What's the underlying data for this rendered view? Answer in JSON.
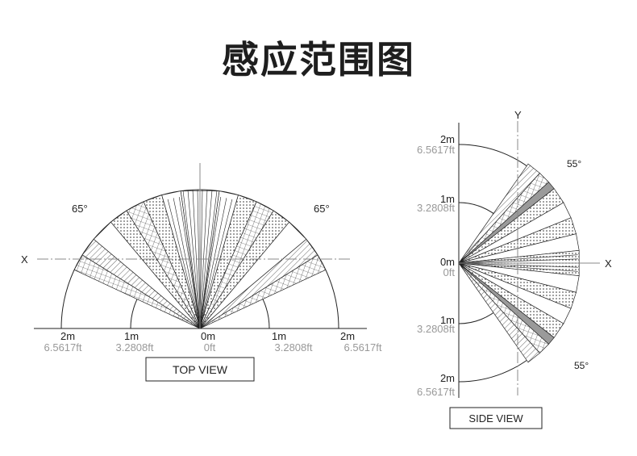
{
  "title": "感应范围图",
  "top_view": {
    "label": "TOP VIEW",
    "axis_x": "X",
    "angle_left": "65°",
    "angle_right": "65°",
    "ticks": [
      {
        "m": "2m",
        "ft": "6.5617ft"
      },
      {
        "m": "1m",
        "ft": "3.2808ft"
      },
      {
        "m": "0m",
        "ft": "0ft"
      },
      {
        "m": "1m",
        "ft": "3.2808ft"
      },
      {
        "m": "2m",
        "ft": "6.5617ft"
      }
    ]
  },
  "side_view": {
    "label": "SIDE VIEW",
    "axis_x": "X",
    "axis_y": "Y",
    "angle_top": "55°",
    "angle_bottom": "55°",
    "ticks": [
      {
        "m": "2m",
        "ft": "6.5617ft"
      },
      {
        "m": "1m",
        "ft": "3.2808ft"
      },
      {
        "m": "0m",
        "ft": "0ft"
      },
      {
        "m": "1m",
        "ft": "3.2808ft"
      },
      {
        "m": "2m",
        "ft": "6.5617ft"
      }
    ]
  },
  "colors": {
    "line": "#222222",
    "axis": "#888888",
    "text_gray": "#999999"
  }
}
